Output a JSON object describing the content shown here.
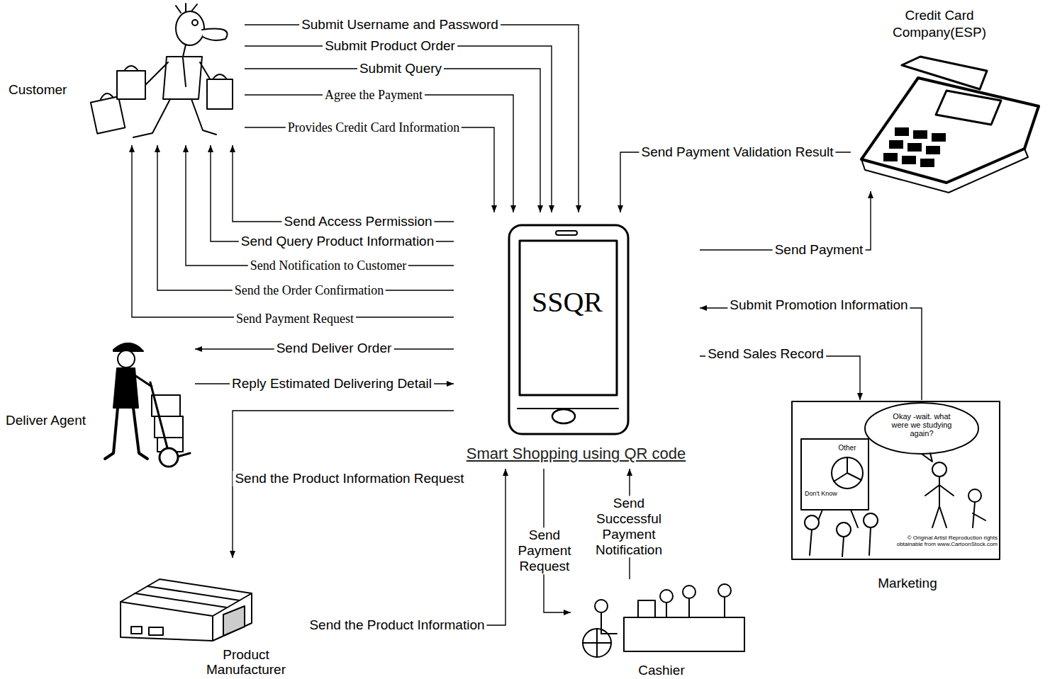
{
  "diagram": {
    "nodes": [
      {
        "text": [
          "Customer"
        ]
      },
      {
        "text": [
          "Credit Card Company(ESP)"
        ]
      },
      {
        "text": [
          "SSQR",
          "Smart Shopping using QR code"
        ]
      },
      {
        "text": [
          "Deliver Agent"
        ]
      },
      {
        "text": [
          "Marketing"
        ]
      },
      {
        "text": [
          "Product Manufacturer"
        ]
      },
      {
        "text": [
          "Cashier"
        ]
      }
    ],
    "edges": [
      {
        "from": 0,
        "to": 2,
        "label": "Submit Username and Password",
        "arrow": "to"
      },
      {
        "from": 0,
        "to": 2,
        "label": "Submit Product Order",
        "arrow": "to"
      },
      {
        "from": 0,
        "to": 2,
        "label": "Submit Query",
        "arrow": "to"
      },
      {
        "from": 0,
        "to": 2,
        "label": "Agree the Payment",
        "arrow": "to"
      },
      {
        "from": 0,
        "to": 2,
        "label": "Provides Credit Card Information",
        "arrow": "to"
      },
      {
        "from": 2,
        "to": 0,
        "label": "Send Access Permission",
        "arrow": "to"
      },
      {
        "from": 2,
        "to": 0,
        "label": "Send Query Product Information",
        "arrow": "to"
      },
      {
        "from": 2,
        "to": 0,
        "label": "Send Notification to Customer",
        "arrow": "to"
      },
      {
        "from": 2,
        "to": 0,
        "label": "Send the Order Confirmation",
        "arrow": "to"
      },
      {
        "from": 2,
        "to": 0,
        "label": "Send Payment Request",
        "arrow": "to"
      },
      {
        "from": 2,
        "to": 3,
        "label": "Send Deliver Order",
        "arrow": "to"
      },
      {
        "from": 3,
        "to": 2,
        "label": "Reply Estimated Delivering Detail",
        "arrow": "to"
      },
      {
        "from": 2,
        "to": 5,
        "label": "Send the Product Information Request",
        "arrow": "to"
      },
      {
        "from": 5,
        "to": 2,
        "label": "Send the Product Information",
        "arrow": "to"
      },
      {
        "from": 2,
        "to": 6,
        "label": "Send Payment Request",
        "arrow": "to"
      },
      {
        "from": 6,
        "to": 2,
        "label": "Send Successful Payment Notification",
        "arrow": "to"
      },
      {
        "from": 2,
        "to": 4,
        "label": "Send Sales Record",
        "arrow": "to"
      },
      {
        "from": 4,
        "to": 2,
        "label": "Submit Promotion Information",
        "arrow": "to"
      },
      {
        "from": 2,
        "to": 1,
        "label": "Send Payment",
        "arrow": "to"
      },
      {
        "from": 1,
        "to": 2,
        "label": "Send Payment Validation Result",
        "arrow": "to"
      }
    ],
    "labels": [
      "Okay -wait. what were we studying again?",
      "Other",
      "Don't Know",
      "© Original Artist Reproduction rights obtainable from www.CartoonStock.com"
    ]
  }
}
